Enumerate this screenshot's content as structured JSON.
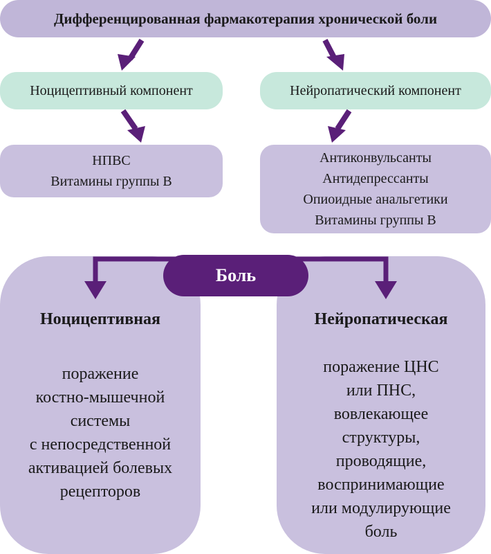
{
  "title": "Дифференцированная фармакотерапия хронической боли",
  "components": {
    "left": "Ноцицептивный компонент",
    "right": "Нейропатический компонент"
  },
  "drugs": {
    "left": [
      "НПВС",
      "Витамины группы В"
    ],
    "right": [
      "Антиконвульсанты",
      "Антидепрессанты",
      "Опиоидные анальгетики",
      "Витамины группы В"
    ]
  },
  "pain_label": "Боль",
  "pain_types": {
    "left": {
      "title": "Ноцицептивная",
      "lines": [
        "поражение",
        "костно-мышечной",
        "системы",
        "с непосредственной",
        "активацией болевых",
        "рецепторов"
      ]
    },
    "right": {
      "title": "Нейропатическая",
      "lines": [
        "поражение ЦНС",
        "или ПНС,",
        "вовлекающее",
        "структуры,",
        "проводящие,",
        "воспринимающие",
        "или модулирующие",
        "боль"
      ]
    }
  },
  "colors": {
    "arrow": "#5a1f78",
    "title_bg": "#c0b6d8",
    "component_bg": "#c7e8dc",
    "box_bg": "#c9c0de",
    "pain_label_bg": "#5a1f78"
  }
}
